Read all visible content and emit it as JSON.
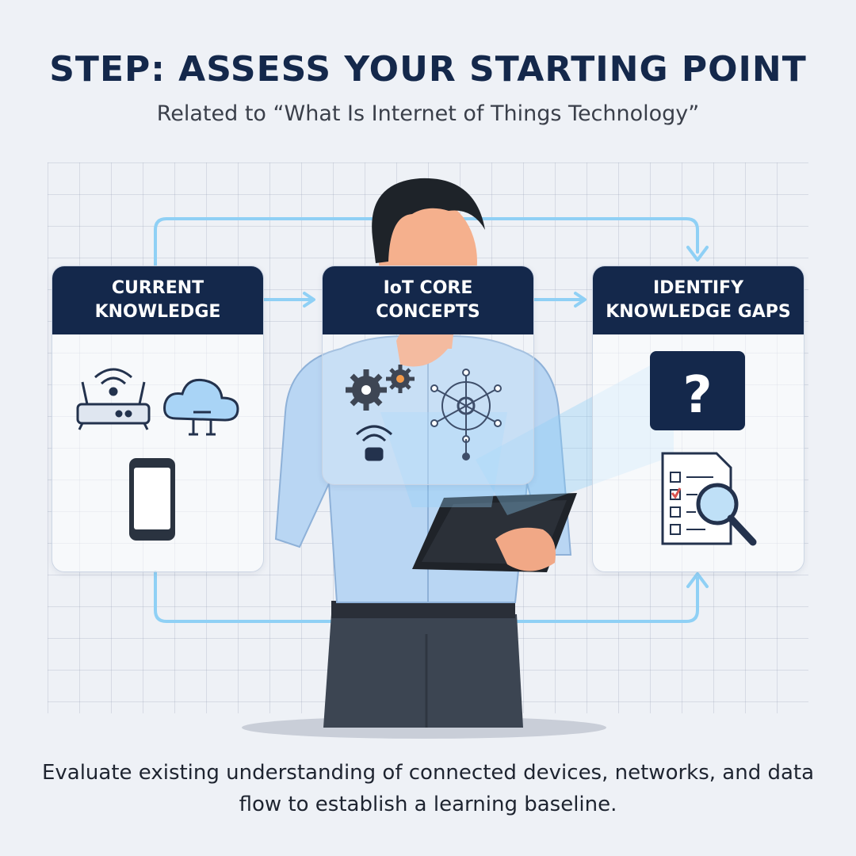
{
  "header": {
    "title": "STEP: ASSESS YOUR STARTING POINT",
    "subtitle": "Related to “What Is Internet of Things Technology”"
  },
  "cards": [
    {
      "title": "CURRENT\nKNOWLEDGE",
      "icons": [
        "router-icon",
        "cloud-icon",
        "smartphone-icon"
      ]
    },
    {
      "title": "IoT CORE\nCONCEPTS",
      "icons": [
        "gears-icon",
        "network-icon",
        "wifi-icon"
      ]
    },
    {
      "title": "IDENTIFY\nKNOWLEDGE GAPS",
      "icons": [
        "question-mark-icon",
        "checklist-search-icon"
      ]
    }
  ],
  "footer": {
    "text": "Evaluate existing understanding of connected devices, networks, and data flow to establish a learning baseline."
  },
  "colors": {
    "navy": "#14284b",
    "accent_blue": "#7cc6f2",
    "background": "#eef1f6"
  }
}
